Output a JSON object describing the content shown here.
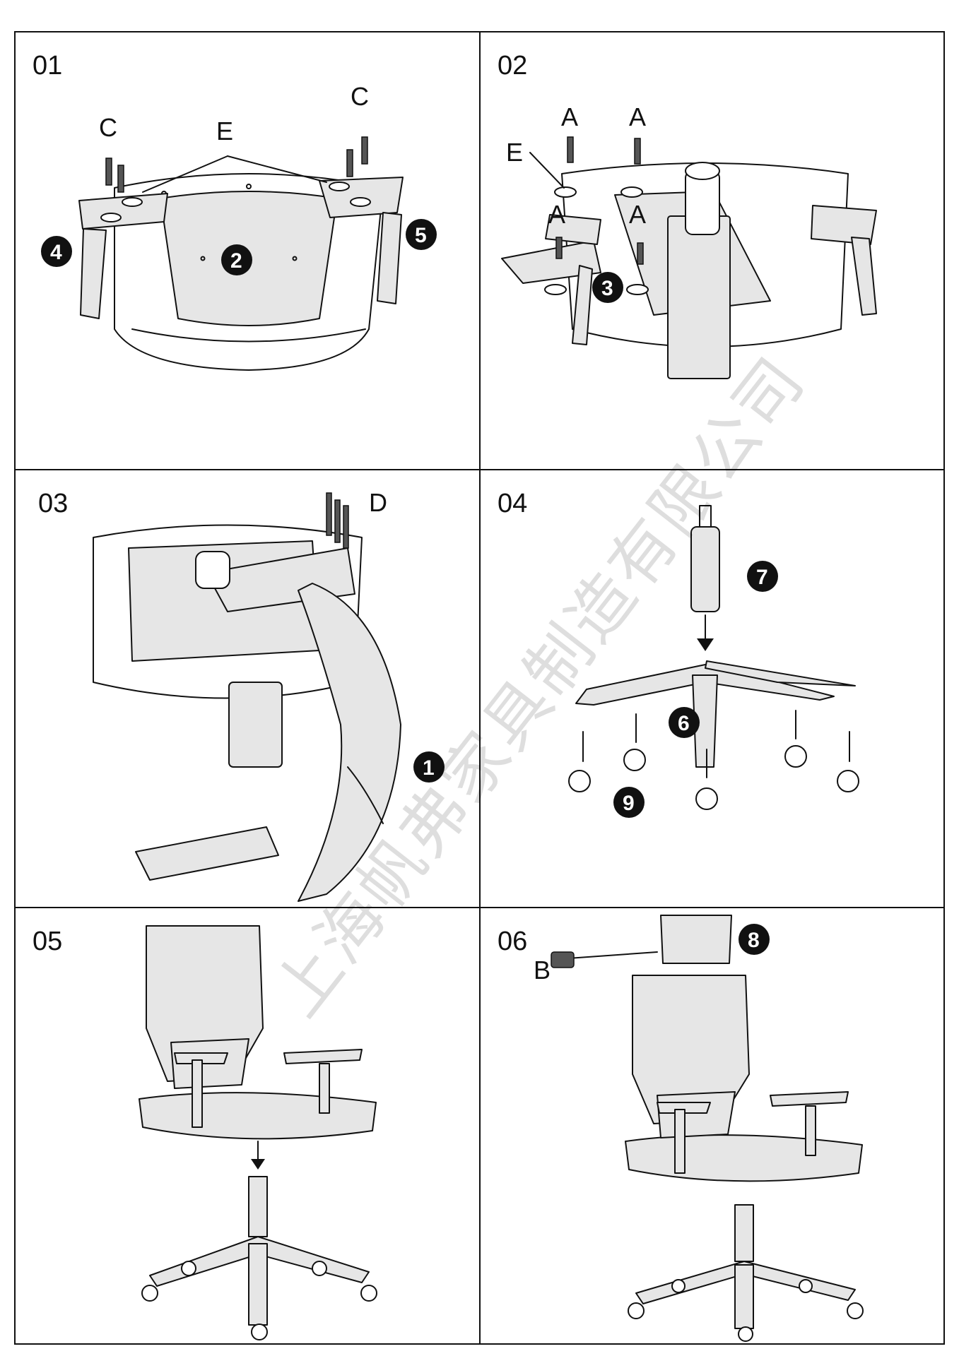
{
  "panels": [
    {
      "step": "01",
      "letters": [
        "C",
        "E",
        "C"
      ],
      "badges": [
        "4",
        "2",
        "5"
      ]
    },
    {
      "step": "02",
      "letters": [
        "A",
        "A",
        "E",
        "A",
        "A"
      ],
      "badges": [
        "3"
      ]
    },
    {
      "step": "03",
      "letters": [
        "D"
      ],
      "badges": [
        "1"
      ]
    },
    {
      "step": "04",
      "letters": [],
      "badges": [
        "7",
        "6",
        "9"
      ]
    },
    {
      "step": "05",
      "letters": [],
      "badges": []
    },
    {
      "step": "06",
      "letters": [
        "B"
      ],
      "badges": [
        "8"
      ]
    }
  ],
  "watermark": "上海帆弗家具制造有限公司",
  "colors": {
    "line": "#111111",
    "fill": "#e6e6e6",
    "badge": "#111111"
  }
}
